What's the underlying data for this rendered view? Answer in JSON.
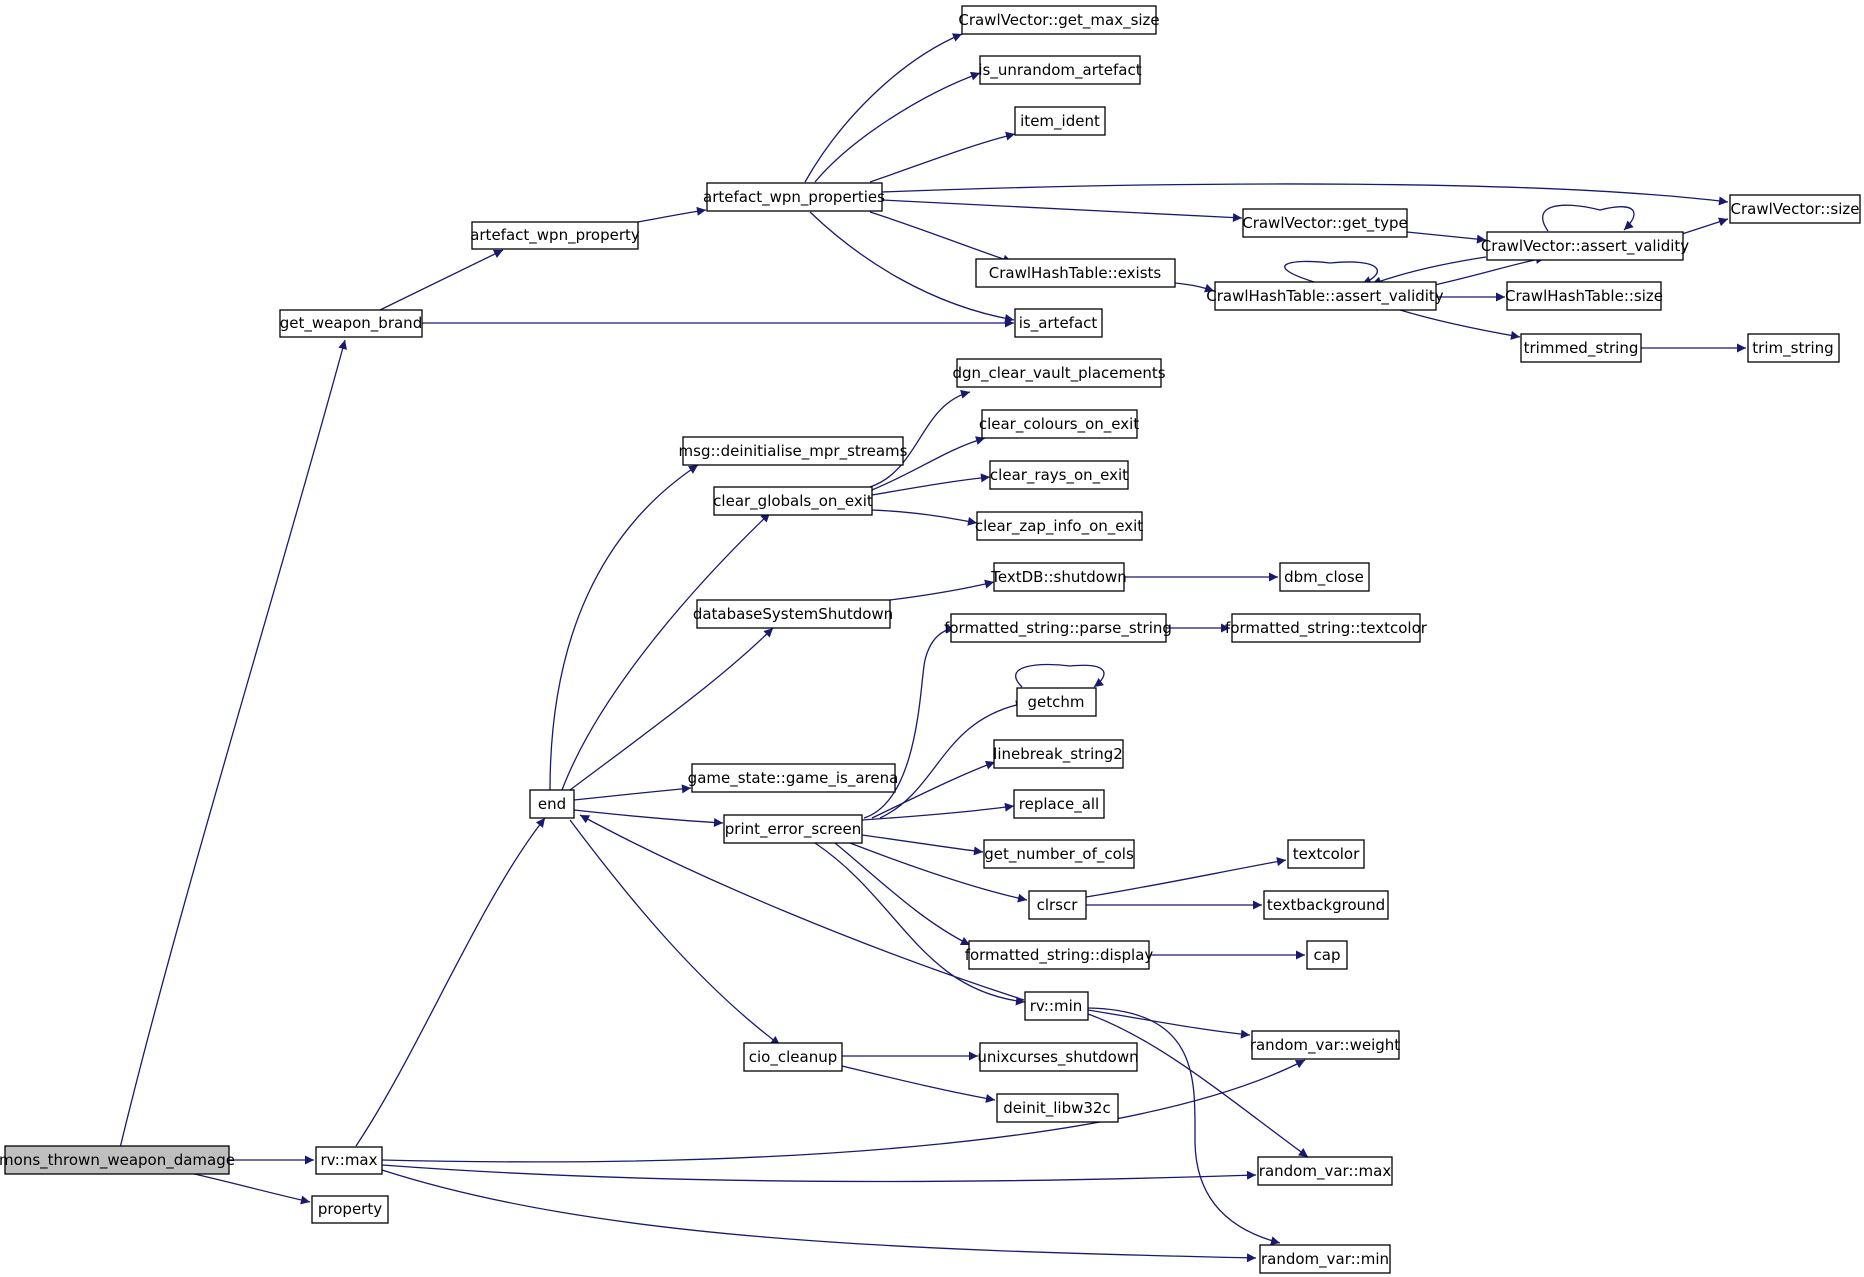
{
  "colors": {
    "edge": "#191970",
    "node_border": "#000000",
    "root_fill": "#bfbfbf",
    "node_fill": "#ffffff"
  },
  "nodes": {
    "mons_thrown_weapon_damage": "mons_thrown_weapon_damage",
    "get_weapon_brand": "get_weapon_brand",
    "rv_max": "rv::max",
    "property": "property",
    "artefact_wpn_property": "artefact_wpn_property",
    "artefact_wpn_properties": "artefact_wpn_properties",
    "cv_get_max_size": "CrawlVector::get_max_size",
    "is_unrandom_artefact": "is_unrandom_artefact",
    "item_ident": "item_ident",
    "cv_size": "CrawlVector::size",
    "cv_get_type": "CrawlVector::get_type",
    "cv_assert_validity": "CrawlVector::assert_validity",
    "cht_exists": "CrawlHashTable::exists",
    "cht_assert_validity": "CrawlHashTable::assert_validity",
    "cht_size": "CrawlHashTable::size",
    "is_artefact": "is_artefact",
    "trimmed_string": "trimmed_string",
    "trim_string": "trim_string",
    "end": "end",
    "msg_deinit": "msg::deinitialise_mpr_streams",
    "clear_globals_on_exit": "clear_globals_on_exit",
    "dgn_clear_vault_placements": "dgn_clear_vault_placements",
    "clear_colours_on_exit": "clear_colours_on_exit",
    "clear_rays_on_exit": "clear_rays_on_exit",
    "clear_zap_info_on_exit": "clear_zap_info_on_exit",
    "databaseSystemShutdown": "databaseSystemShutdown",
    "textdb_shutdown": "TextDB::shutdown",
    "dbm_close": "dbm_close",
    "fs_parse_string": "formatted_string::parse_string",
    "fs_textcolor": "formatted_string::textcolor",
    "getchm": "getchm",
    "linebreak_string2": "linebreak_string2",
    "game_is_arena": "game_state::game_is_arena",
    "replace_all": "replace_all",
    "print_error_screen": "print_error_screen",
    "get_number_of_cols": "get_number_of_cols",
    "textcolor": "textcolor",
    "clrscr": "clrscr",
    "textbackground": "textbackground",
    "fs_display": "formatted_string::display",
    "cap": "cap",
    "rv_min": "rv::min",
    "random_var_weight": "random_var::weight",
    "cio_cleanup": "cio_cleanup",
    "unixcurses_shutdown": "unixcurses_shutdown",
    "deinit_libw32c": "deinit_libw32c",
    "random_var_max": "random_var::max",
    "random_var_min": "random_var::min"
  }
}
